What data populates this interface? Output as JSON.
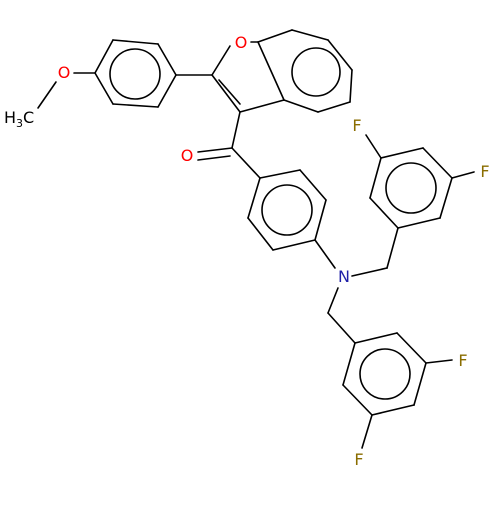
{
  "molecule": {
    "atom_labels": {
      "o_furan": "O",
      "o_methoxy": "O",
      "methyl": "H3C",
      "o_carbonyl": "O",
      "n_amine": "N",
      "f1": "F",
      "f2": "F",
      "f3": "F",
      "f4": "F"
    },
    "colors": {
      "bond": "#000000",
      "oxygen": "#ff0000",
      "nitrogen": "#1f1fa8",
      "fluorine": "#8a6d00",
      "carbon_label": "#000000"
    }
  }
}
